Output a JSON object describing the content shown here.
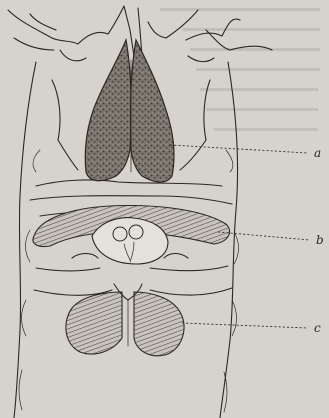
{
  "figure": {
    "background_color": "#d6d3cd",
    "ink_color": "#2b2724",
    "labels": [
      {
        "id": "a",
        "text": "a"
      },
      {
        "id": "b",
        "text": "b"
      },
      {
        "id": "c",
        "text": "c"
      }
    ]
  }
}
